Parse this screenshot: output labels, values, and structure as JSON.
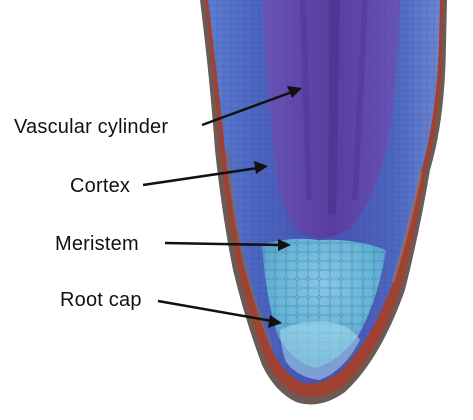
{
  "labels": {
    "vascular_cylinder": "Vascular cylinder",
    "cortex": "Cortex",
    "meristem": "Meristem",
    "root_cap": "Root cap"
  }
}
